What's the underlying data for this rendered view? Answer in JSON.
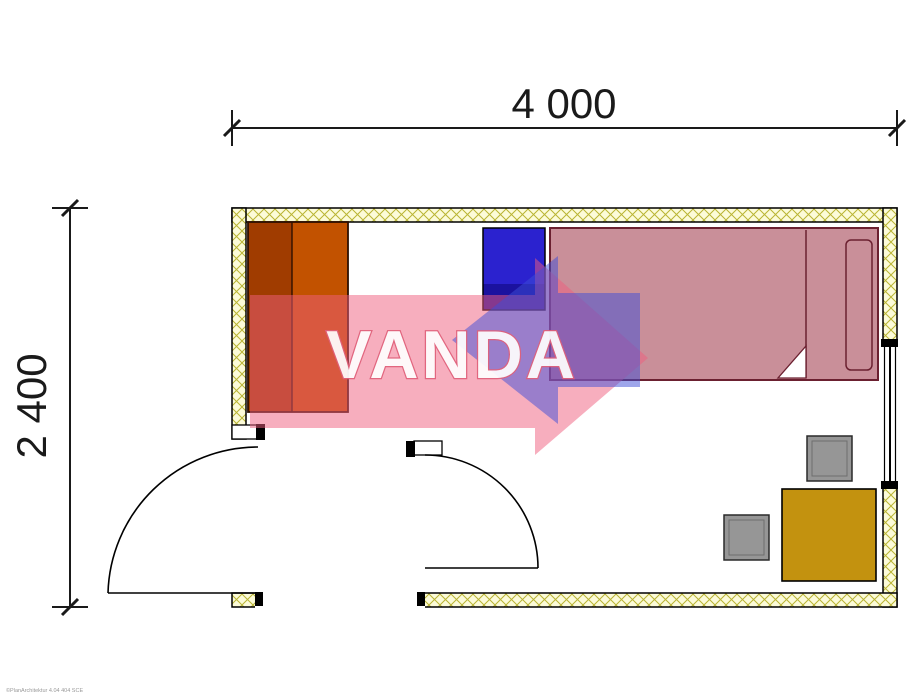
{
  "drawing": {
    "dim_width": "4 000",
    "dim_height": "2 400",
    "watermark_text": "VANDA",
    "footer_note": "©PlanArchitektur 4.04 404 SCE"
  },
  "colors": {
    "wall_fill": "#fcfbd8",
    "hatch": "#b9b433",
    "outline": "#000000",
    "dim": "#1a1a1a",
    "white": "#ffffff",
    "wardrobe": "#c25200",
    "wardrobe_dark": "#a03c00",
    "furniture_outline": "#2d1000",
    "appliance": "#2b22cf",
    "appliance_dark": "#1b129f",
    "bed": "#c98f99",
    "bed_outline": "#6b2030",
    "desk": "#c3920f",
    "chair": "#969696",
    "chair_outline": "#2a2a2a",
    "chair_inner": "#6e6e6e",
    "watermark_pink": "#ef5e7e",
    "watermark_blue": "#3d4ed8",
    "watermark_text_fill": "#ffffff",
    "watermark_text_stroke": "#e0607a",
    "footer_gray": "#999999"
  }
}
